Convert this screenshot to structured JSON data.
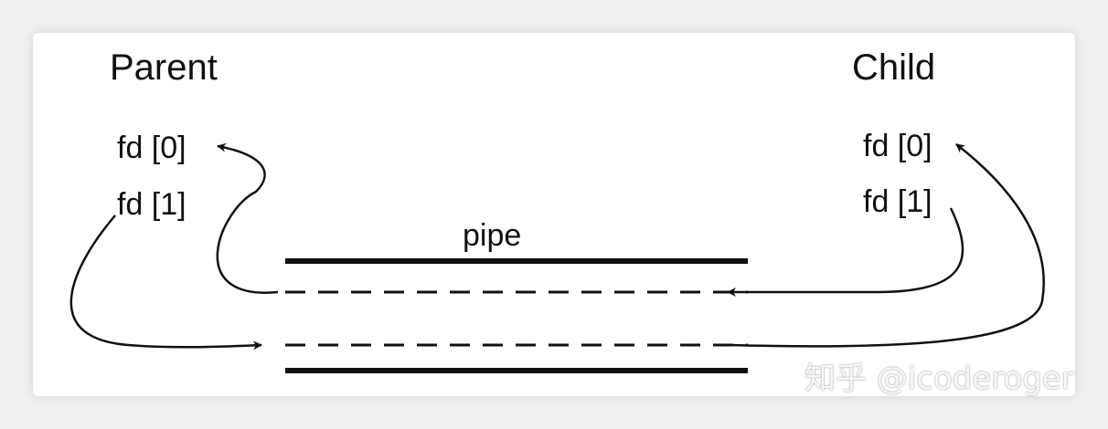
{
  "parent": {
    "title": "Parent",
    "fd0": "fd [0]",
    "fd1": "fd [1]"
  },
  "child": {
    "title": "Child",
    "fd0": "fd [0]",
    "fd1": "fd [1]"
  },
  "pipe": {
    "label": "pipe"
  },
  "watermark": "知乎 @icoderoger",
  "colors": {
    "ink": "#111111",
    "card": "#ffffff",
    "background": "#f0f0f0"
  }
}
